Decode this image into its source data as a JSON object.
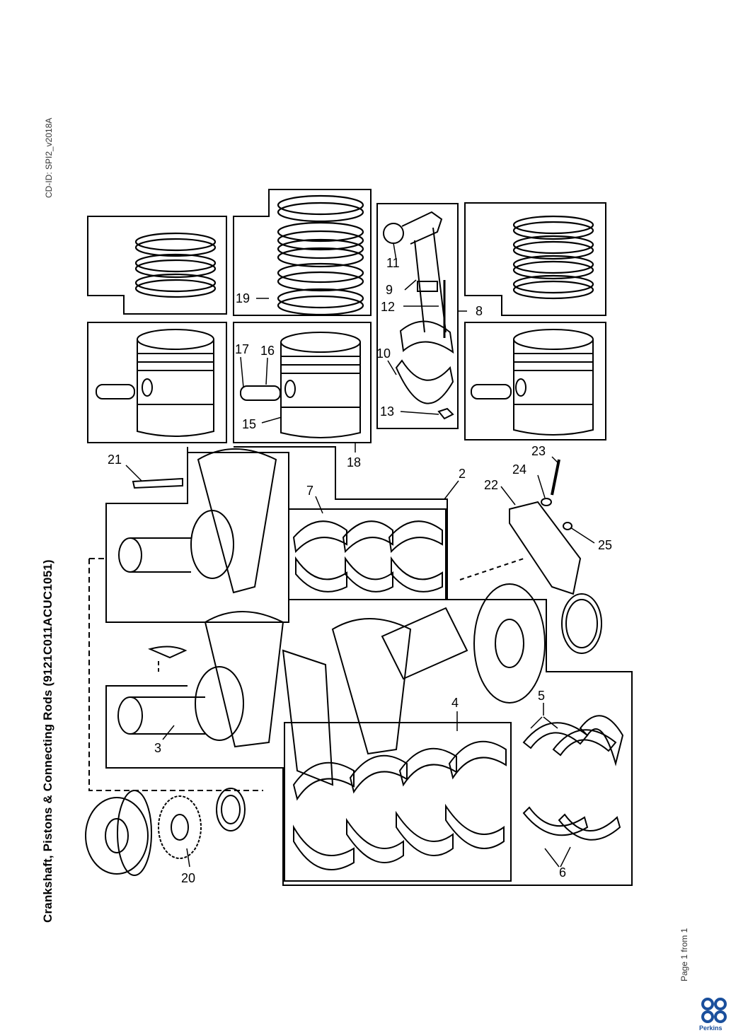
{
  "header": {
    "cd_id": "CD-ID: SPI2_v2018A"
  },
  "title": "Crankshaft, Pistons & Connecting Rods (9121C011ACUC1051)",
  "footer": {
    "page": "Page 1 from 1",
    "brand": "Perkins"
  },
  "callouts": [
    "2",
    "3",
    "4",
    "5",
    "6",
    "7",
    "8",
    "9",
    "10",
    "11",
    "12",
    "13",
    "15",
    "16",
    "17",
    "18",
    "19",
    "20",
    "21",
    "22",
    "23",
    "24",
    "25"
  ],
  "colors": {
    "line": "#000000",
    "brand": "#1a4f9c"
  }
}
